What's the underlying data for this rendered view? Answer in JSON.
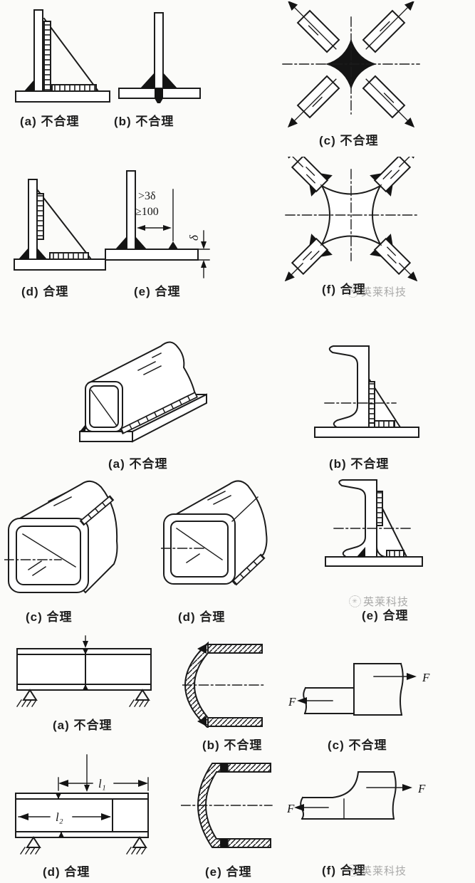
{
  "page": {
    "background": "#fbfbf9",
    "ink": "#1c1c1c"
  },
  "watermark": {
    "text": "英莱科技",
    "logo_glyph": "✳",
    "color": "#9b9b9b"
  },
  "sections": {
    "top": {
      "topic": "weld joint arrangement",
      "labels": {
        "a": "(a) 不合理",
        "b": "(b) 不合理",
        "c": "(c) 不合理",
        "d": "(d) 合理",
        "e": "(e) 合理",
        "f": "(f) 合理"
      }
    },
    "middle": {
      "topic": "box beam and bracket welds",
      "labels": {
        "a": "(a) 不合理",
        "b": "(b) 不合理",
        "c": "(c) 合理",
        "d": "(d) 合理",
        "e": "(e) 合理"
      }
    },
    "bottom": {
      "topic": "splices, heads and thickness transitions",
      "labels": {
        "a": "(a) 不合理",
        "b": "(b) 不合理",
        "c": "(c) 不合理",
        "d": "(d) 合理",
        "e": "(e) 合理",
        "f": "(f) 合理"
      }
    }
  },
  "annotations": {
    "weld_offset_line1": ">3δ",
    "weld_offset_line2": "≥100",
    "plate_thickness": "δ",
    "dim_l1": "l₁",
    "dim_l2": "l₂",
    "force": "F"
  }
}
